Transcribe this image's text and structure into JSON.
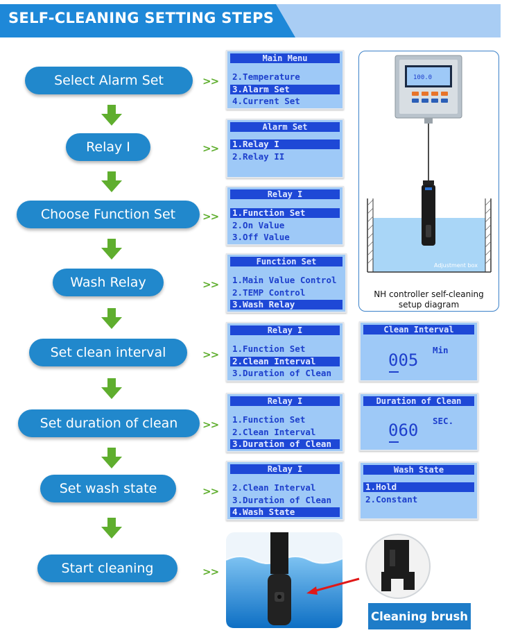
{
  "header": {
    "title": "SELF-CLEANING SETTING STEPS"
  },
  "separator": ">>",
  "steps": [
    {
      "label": "Select Alarm Set"
    },
    {
      "label": "Relay I"
    },
    {
      "label": "Choose Function Set"
    },
    {
      "label": "Wash Relay"
    },
    {
      "label": "Set clean interval"
    },
    {
      "label": "Set duration of clean"
    },
    {
      "label": "Set wash state"
    },
    {
      "label": "Start cleaning"
    }
  ],
  "screens": {
    "main_menu": {
      "title": "Main Menu",
      "rows": [
        "2.Temperature",
        "3.Alarm Set",
        "4.Current Set"
      ]
    },
    "alarm_set": {
      "title": "Alarm Set",
      "rows": [
        "1.Relay I",
        "2.Relay II"
      ]
    },
    "relay_function": {
      "title": "Relay I",
      "rows": [
        "1.Function Set",
        "2.On Value",
        "3.Off Value"
      ]
    },
    "function_set": {
      "title": "Function Set",
      "rows": [
        "1.Main Value Control",
        "2.TEMP Control",
        "3.Wash Relay"
      ]
    },
    "relay_interval": {
      "title": "Relay I",
      "rows": [
        "1.Function Set",
        "2.Clean Interval",
        "3.Duration of Clean"
      ]
    },
    "relay_duration": {
      "title": "Relay I",
      "rows": [
        "1.Function Set",
        "2.Clean Interval",
        "3.Duration of Clean"
      ]
    },
    "relay_wash": {
      "title": "Relay I",
      "rows": [
        "2.Clean Interval",
        "3.Duration of Clean",
        "4.Wash State"
      ]
    },
    "clean_interval": {
      "title": "Clean Interval",
      "value": "005",
      "unit": "Min"
    },
    "duration_of_clean": {
      "title": "Duration of Clean",
      "value": "060",
      "unit": "SEC."
    },
    "wash_state": {
      "title": "Wash State",
      "rows": [
        "1.Hold",
        "2.Constant"
      ]
    }
  },
  "diagram": {
    "display_value": "100.0",
    "tank_label": "Adjustment box",
    "caption_line1": "NH controller self-cleaning",
    "caption_line2": "setup diagram"
  },
  "cleaning": {
    "brush_label": "Cleaning brush"
  },
  "colors": {
    "header_dark": "#1e88d8",
    "header_light": "#a9cdf4",
    "pill": "#2188cc",
    "arrow": "#5fae2e",
    "lcd_bg": "#9ec9f7",
    "lcd_highlight": "#1e48d6"
  },
  "icons": {
    "down_arrow": "down-arrow-icon",
    "pointer_arrow": "red-arrow-icon"
  }
}
